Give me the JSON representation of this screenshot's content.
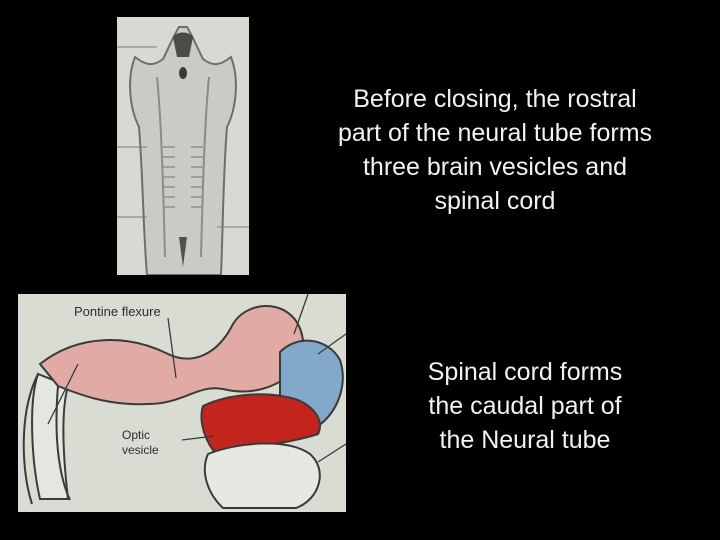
{
  "slide": {
    "caption_top": "Before closing, the rostral\npart of the neural tube forms\nthree brain vesicles and\nspinal cord",
    "caption_bottom": "Spinal cord forms\nthe caudal part of\nthe Neural tube"
  },
  "figure_top": {
    "description_icon": "neural-plate-drawing"
  },
  "figure_bottom": {
    "description_icon": "embryonic-brain-drawing",
    "labels": {
      "pontine": "Pontine  flexure",
      "optic_1": "Optic",
      "optic_2": "vesicle"
    }
  },
  "colors": {
    "background": "#000000",
    "text": "#f2f2f2",
    "pink_region": "#e3a9a4",
    "red_region": "#c3241c",
    "blue_region": "#7fa6c9"
  }
}
